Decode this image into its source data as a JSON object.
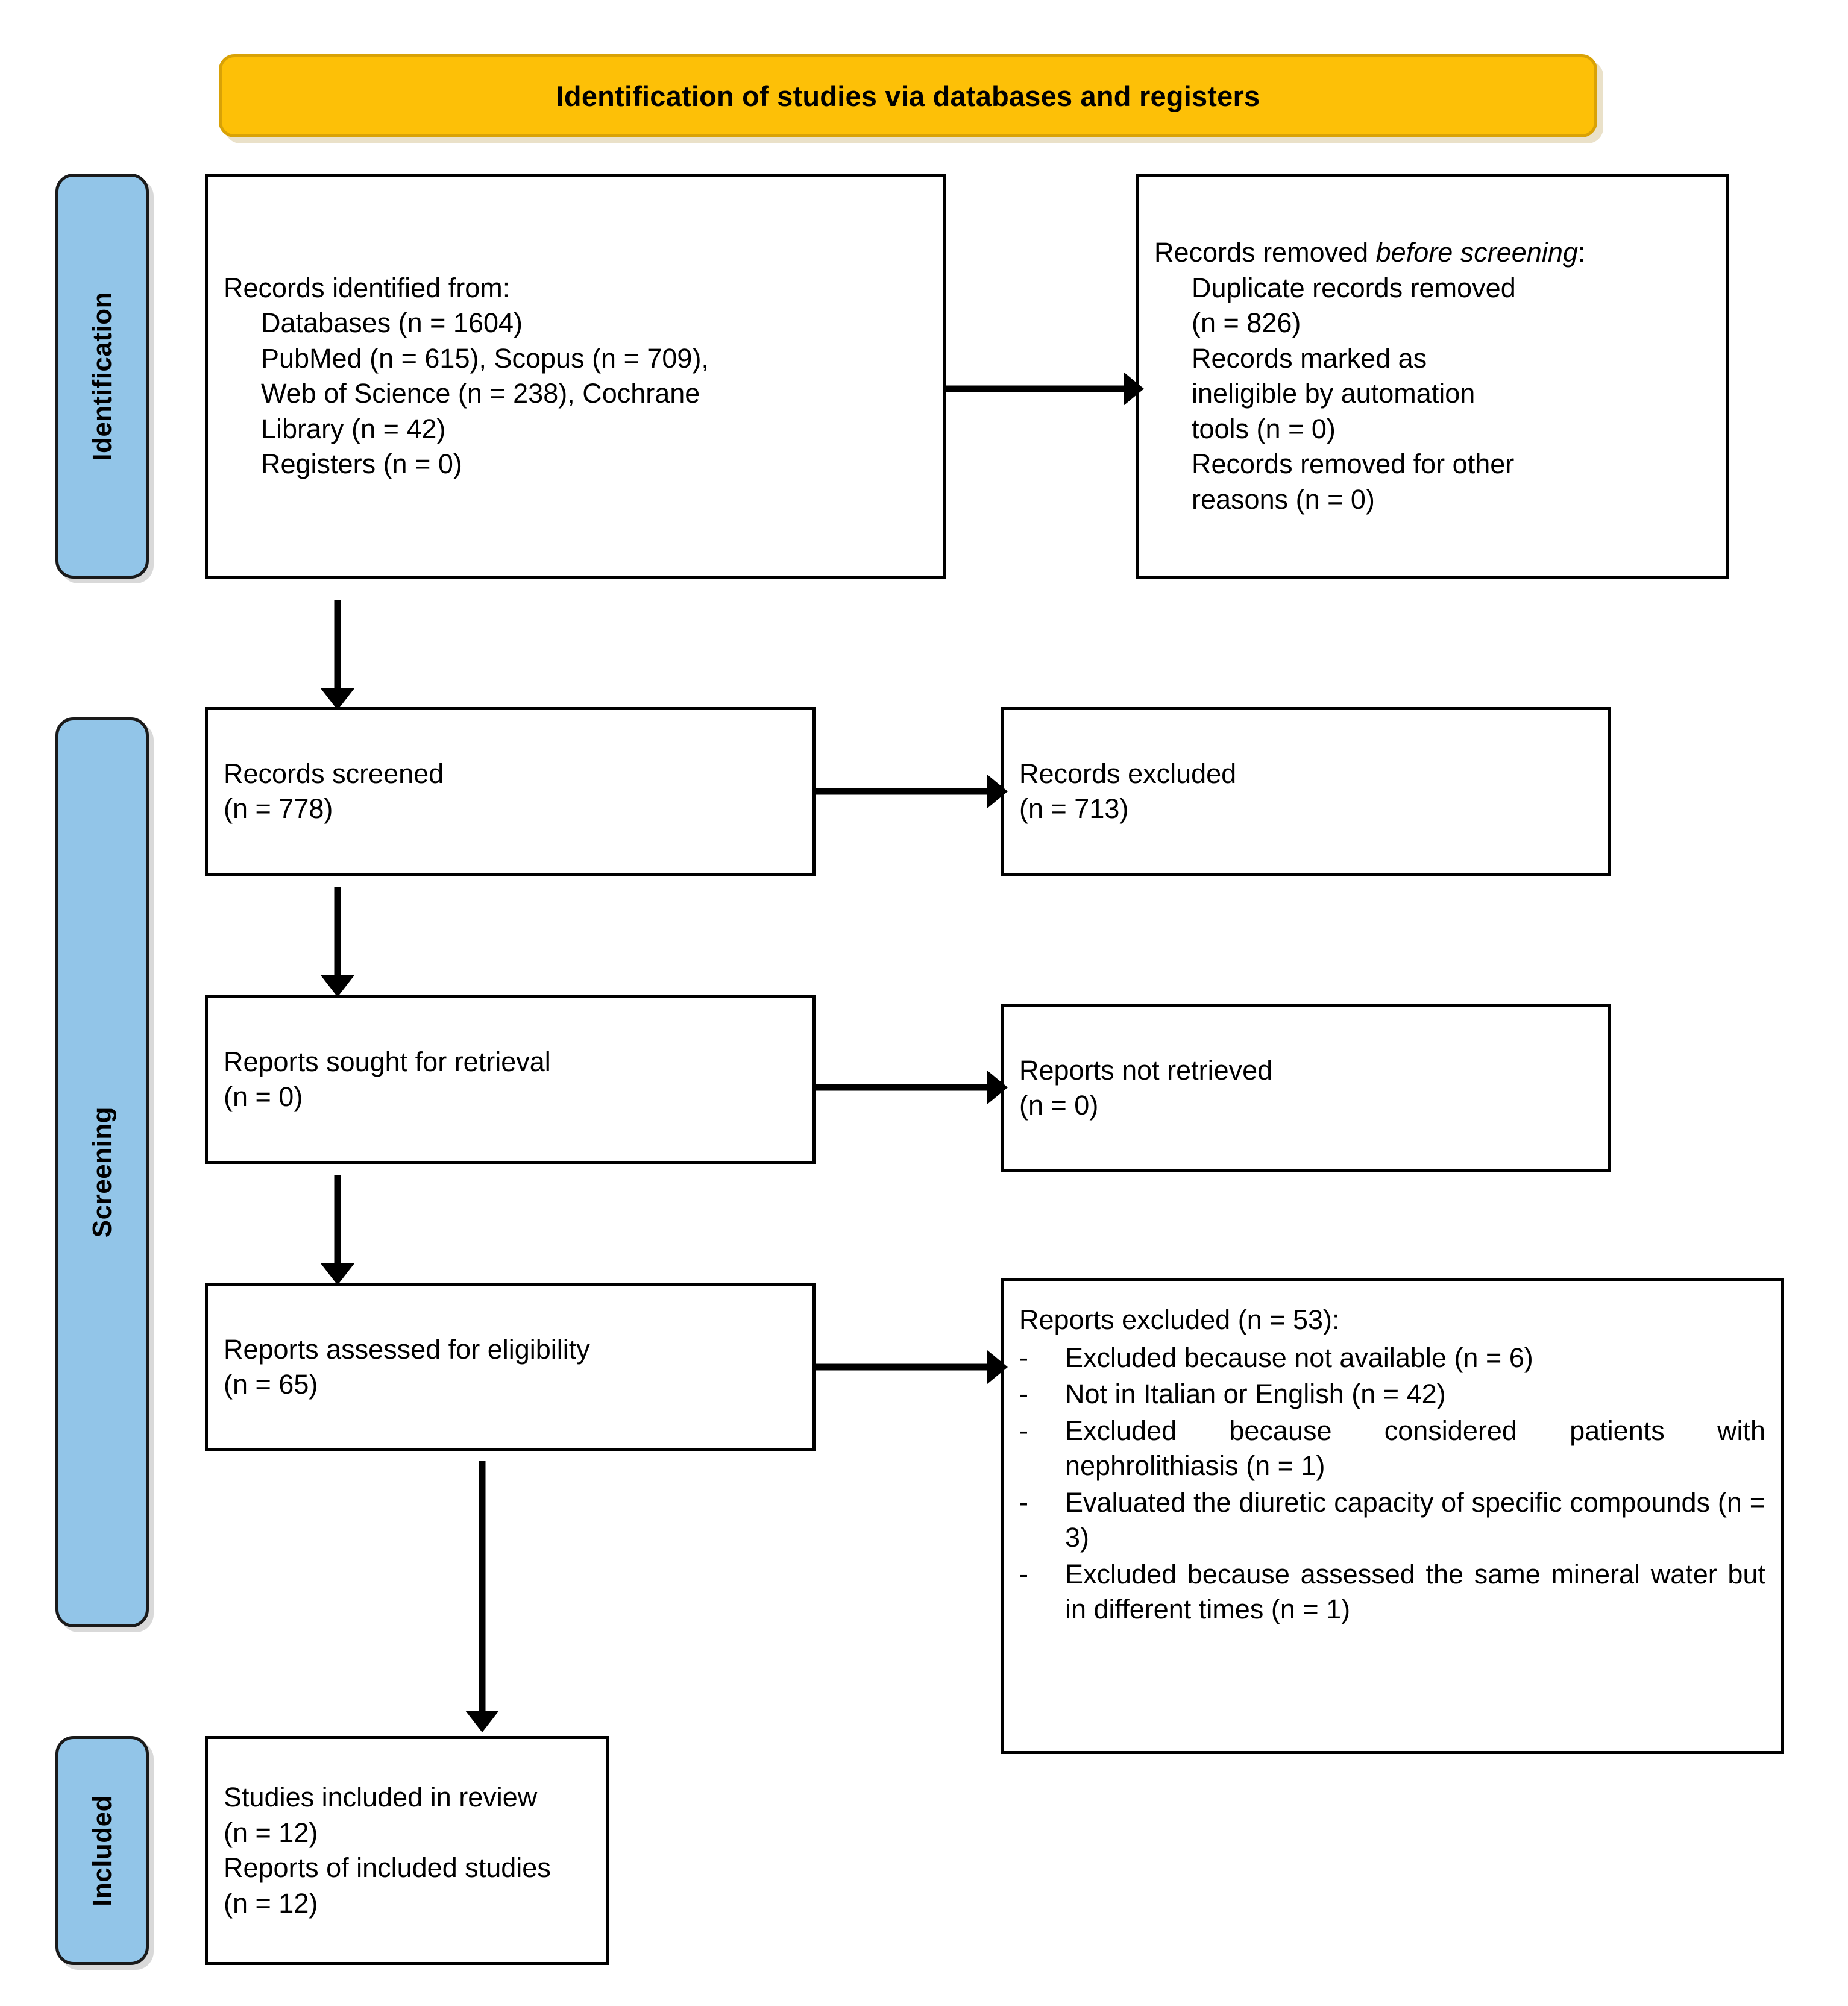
{
  "diagram": {
    "title": "Identification of studies via databases and registers",
    "colors": {
      "banner_fill": "#FDC007",
      "banner_border": "#D9A206",
      "stage_tab_fill": "#92C5E8",
      "box_border": "#000000",
      "arrow": "#000000"
    }
  },
  "stages": {
    "identification": "Identification",
    "screening": "Screening",
    "included": "Included"
  },
  "boxes": {
    "identified": {
      "name": "records-identified-from",
      "lines": [
        "Records identified from:",
        "Databases (n = 1604)",
        "PubMed (n = 615), Scopus (n = 709),",
        "Web of Science (n = 238), Cochrane",
        "Library (n = 42)",
        "Registers (n = 0)"
      ]
    },
    "removed": {
      "name": "records-removed-before-screening",
      "head_prefix": "Records removed ",
      "head_italic": "before screening",
      "head_suffix": ":",
      "lines": [
        "Duplicate records removed",
        "(n = 826)",
        "Records marked as",
        "ineligible by automation",
        "tools (n = 0)",
        "Records removed for other",
        "reasons (n = 0)"
      ]
    },
    "screened": {
      "name": "records-screened",
      "lines": [
        "Records screened",
        "(n = 778)"
      ]
    },
    "records_excluded": {
      "name": "records-excluded",
      "lines": [
        "Records excluded",
        "(n = 713)"
      ]
    },
    "sought": {
      "name": "reports-sought-for-retrieval",
      "lines": [
        "Reports sought for retrieval",
        "(n = 0)"
      ]
    },
    "not_retrieved": {
      "name": "reports-not-retrieved",
      "lines": [
        "Reports not retrieved",
        "(n = 0)"
      ]
    },
    "eligibility": {
      "name": "reports-assessed-for-eligibility",
      "lines": [
        "Reports assessed for eligibility",
        "(n = 65)"
      ]
    },
    "reports_excluded": {
      "name": "reports-excluded",
      "heading": "Reports excluded (n = 53):",
      "bullet": "-",
      "items": [
        "Excluded because not available (n = 6)",
        "Not in Italian or English (n = 42)",
        "Excluded because considered patients with nephrolithiasis (n = 1)",
        "Evaluated the diuretic capacity of specific compounds (n = 3)",
        "Excluded because assessed the same mineral water but in different times (n = 1)"
      ]
    },
    "included": {
      "name": "studies-included-in-review",
      "lines": [
        "Studies included in review",
        "(n = 12)",
        "Reports of included studies",
        "(n = 12)"
      ]
    }
  },
  "chart_data": {
    "type": "diagram",
    "title": "Identification of studies via databases and registers",
    "flow": [
      {
        "stage": "Identification",
        "node": "Records identified from: Databases",
        "n": 1604
      },
      {
        "stage": "Identification",
        "node": "PubMed",
        "n": 615
      },
      {
        "stage": "Identification",
        "node": "Scopus",
        "n": 709
      },
      {
        "stage": "Identification",
        "node": "Web of Science",
        "n": 238
      },
      {
        "stage": "Identification",
        "node": "Cochrane Library",
        "n": 42
      },
      {
        "stage": "Identification",
        "node": "Registers",
        "n": 0
      },
      {
        "stage": "Identification",
        "node": "Duplicate records removed",
        "n": 826
      },
      {
        "stage": "Identification",
        "node": "Records marked as ineligible by automation tools",
        "n": 0
      },
      {
        "stage": "Identification",
        "node": "Records removed for other reasons",
        "n": 0
      },
      {
        "stage": "Screening",
        "node": "Records screened",
        "n": 778
      },
      {
        "stage": "Screening",
        "node": "Records excluded",
        "n": 713
      },
      {
        "stage": "Screening",
        "node": "Reports sought for retrieval",
        "n": 0
      },
      {
        "stage": "Screening",
        "node": "Reports not retrieved",
        "n": 0
      },
      {
        "stage": "Screening",
        "node": "Reports assessed for eligibility",
        "n": 65
      },
      {
        "stage": "Screening",
        "node": "Reports excluded",
        "n": 53
      },
      {
        "stage": "Screening",
        "node": "Excluded because not available",
        "n": 6
      },
      {
        "stage": "Screening",
        "node": "Not in Italian or English",
        "n": 42
      },
      {
        "stage": "Screening",
        "node": "Excluded because considered patients with nephrolithiasis",
        "n": 1
      },
      {
        "stage": "Screening",
        "node": "Evaluated the diuretic capacity of specific compounds",
        "n": 3
      },
      {
        "stage": "Screening",
        "node": "Excluded because assessed the same mineral water but in different times",
        "n": 1
      },
      {
        "stage": "Included",
        "node": "Studies included in review",
        "n": 12
      },
      {
        "stage": "Included",
        "node": "Reports of included studies",
        "n": 12
      }
    ]
  }
}
